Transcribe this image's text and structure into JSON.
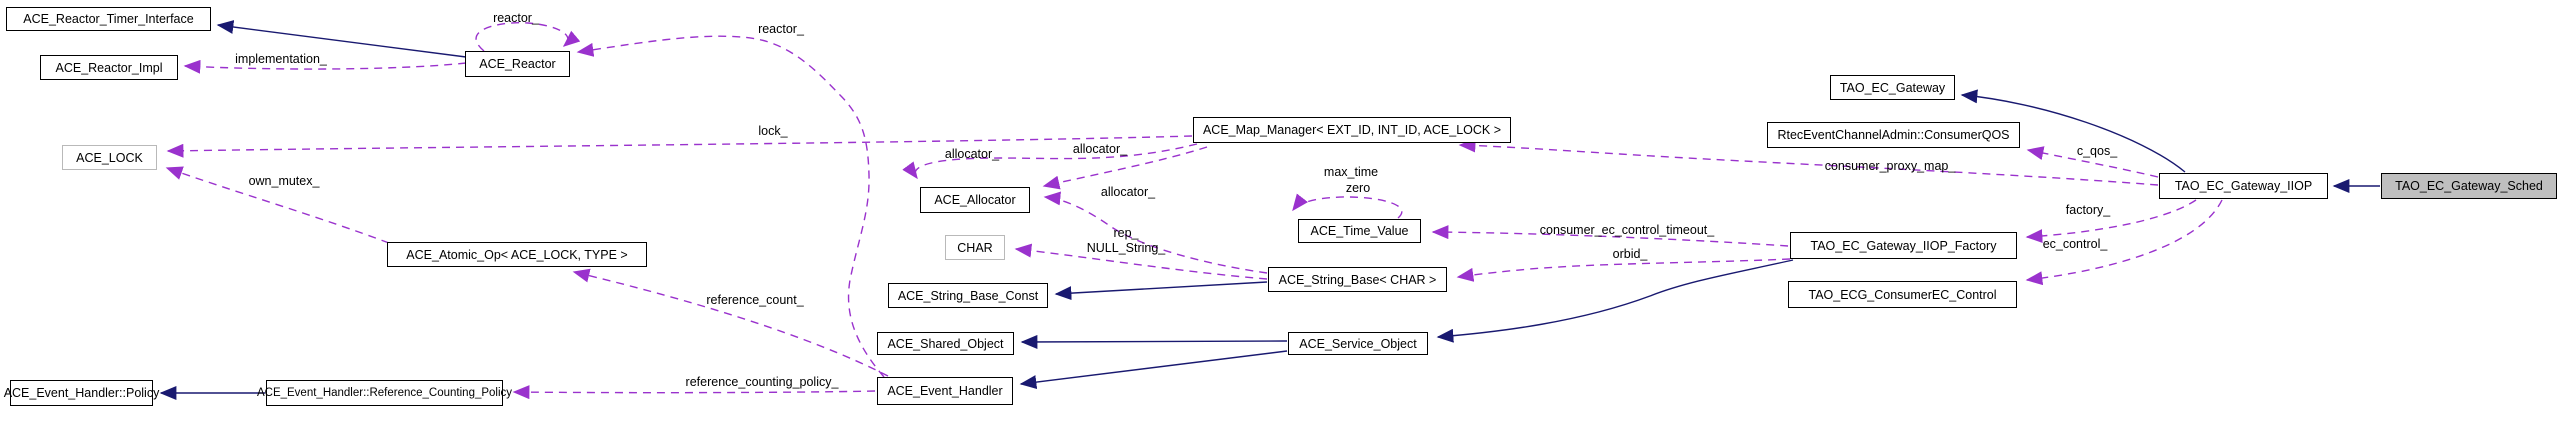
{
  "diagram": {
    "kind": "doxygen-collaboration-graph",
    "highlighted_node": "TAO_EC_Gateway_Sched",
    "colors": {
      "inheritance_edge": "#191970",
      "usage_edge": "#9a32cd",
      "node_border": "#000000",
      "template_node_border": "#b9b9b9",
      "highlight_fill": "#bfbfbf",
      "background": "#ffffff",
      "label_text": "#000000"
    }
  },
  "nodes": [
    {
      "label": "ACE_Reactor_Timer_Interface"
    },
    {
      "label": "ACE_Reactor_Impl"
    },
    {
      "label": "ACE_Reactor"
    },
    {
      "label": "ACE_LOCK"
    },
    {
      "label": "ACE_Atomic_Op< ACE_LOCK, TYPE >"
    },
    {
      "label": "ACE_Map_Manager< EXT_ID, INT_ID, ACE_LOCK >"
    },
    {
      "label": "ACE_Allocator"
    },
    {
      "label": "CHAR"
    },
    {
      "label": "ACE_String_Base_Const"
    },
    {
      "label": "ACE_String_Base< CHAR >"
    },
    {
      "label": "ACE_Time_Value"
    },
    {
      "label": "ACE_Shared_Object"
    },
    {
      "label": "ACE_Service_Object"
    },
    {
      "label": "ACE_Event_Handler"
    },
    {
      "label": "ACE_Event_Handler::Policy"
    },
    {
      "label": "ACE_Event_Handler::Reference_Counting_Policy"
    },
    {
      "label": "TAO_EC_Gateway"
    },
    {
      "label": "RtecEventChannelAdmin::ConsumerQOS"
    },
    {
      "label": "TAO_EC_Gateway_IIOP"
    },
    {
      "label": "TAO_EC_Gateway_IIOP_Factory"
    },
    {
      "label": "TAO_ECG_ConsumerEC_Control"
    },
    {
      "label": "TAO_EC_Gateway_Sched"
    }
  ],
  "edges": [
    {
      "type": "inheritance",
      "from": "ACE_Reactor",
      "to": "ACE_Reactor_Timer_Interface"
    },
    {
      "type": "inheritance",
      "from": "ACE_String_Base< CHAR >",
      "to": "ACE_String_Base_Const"
    },
    {
      "type": "inheritance",
      "from": "ACE_Service_Object",
      "to": "ACE_Shared_Object"
    },
    {
      "type": "inheritance",
      "from": "ACE_Service_Object",
      "to": "ACE_Event_Handler"
    },
    {
      "type": "inheritance",
      "from": "ACE_Event_Handler::Reference_Counting_Policy",
      "to": "ACE_Event_Handler::Policy"
    },
    {
      "type": "inheritance",
      "from": "TAO_EC_Gateway_IIOP",
      "to": "TAO_EC_Gateway"
    },
    {
      "type": "inheritance",
      "from": "TAO_EC_Gateway_IIOP_Factory",
      "to": "ACE_Service_Object"
    },
    {
      "type": "inheritance",
      "from": "TAO_EC_Gateway_Sched",
      "to": "TAO_EC_Gateway_IIOP"
    },
    {
      "type": "usage",
      "label": "implementation_",
      "from": "ACE_Reactor",
      "to": "ACE_Reactor_Impl"
    },
    {
      "type": "usage",
      "label": "reactor_",
      "from": "ACE_Reactor",
      "to": "ACE_Reactor"
    },
    {
      "type": "usage",
      "label": "reactor_",
      "from": "ACE_Event_Handler",
      "to": "ACE_Reactor"
    },
    {
      "type": "usage",
      "label": "lock_",
      "from": "ACE_Map_Manager< EXT_ID, INT_ID, ACE_LOCK >",
      "to": "ACE_LOCK"
    },
    {
      "type": "usage",
      "label": "own_mutex_",
      "from": "ACE_Atomic_Op< ACE_LOCK, TYPE >",
      "to": "ACE_LOCK"
    },
    {
      "type": "usage",
      "label": "allocator_",
      "from": "ACE_Map_Manager< EXT_ID, INT_ID, ACE_LOCK >",
      "to": "ACE_Allocator"
    },
    {
      "type": "usage",
      "label": "allocator_",
      "from": "ACE_Map_Manager< EXT_ID, INT_ID, ACE_LOCK >",
      "to": "ACE_Allocator"
    },
    {
      "type": "usage",
      "label": "allocator_",
      "from": "ACE_String_Base< CHAR >",
      "to": "ACE_Allocator"
    },
    {
      "type": "usage",
      "label_lines": [
        "rep_",
        "NULL_String_"
      ],
      "from": "ACE_String_Base< CHAR >",
      "to": "CHAR"
    },
    {
      "type": "usage",
      "label_lines": [
        "max_time",
        "zero"
      ],
      "from": "ACE_Time_Value",
      "to": "ACE_Time_Value"
    },
    {
      "type": "usage",
      "label": "reference_count_",
      "from": "ACE_Event_Handler",
      "to": "ACE_Atomic_Op< ACE_LOCK, TYPE >"
    },
    {
      "type": "usage",
      "label": "reference_counting_policy_",
      "from": "ACE_Event_Handler",
      "to": "ACE_Event_Handler::Reference_Counting_Policy"
    },
    {
      "type": "usage",
      "label": "consumer_proxy_map_",
      "from": "TAO_EC_Gateway_IIOP",
      "to": "ACE_Map_Manager< EXT_ID, INT_ID, ACE_LOCK >"
    },
    {
      "type": "usage",
      "label": "c_qos_",
      "from": "TAO_EC_Gateway_IIOP",
      "to": "RtecEventChannelAdmin::ConsumerQOS"
    },
    {
      "type": "usage",
      "label": "factory_",
      "from": "TAO_EC_Gateway_IIOP",
      "to": "TAO_EC_Gateway_IIOP_Factory"
    },
    {
      "type": "usage",
      "label": "ec_control_",
      "from": "TAO_EC_Gateway_IIOP",
      "to": "TAO_ECG_ConsumerEC_Control"
    },
    {
      "type": "usage",
      "label": "consumer_ec_control_timeout_",
      "from": "TAO_EC_Gateway_IIOP_Factory",
      "to": "ACE_Time_Value"
    },
    {
      "type": "usage",
      "label": "orbid_",
      "from": "TAO_EC_Gateway_IIOP_Factory",
      "to": "ACE_String_Base< CHAR >"
    }
  ]
}
